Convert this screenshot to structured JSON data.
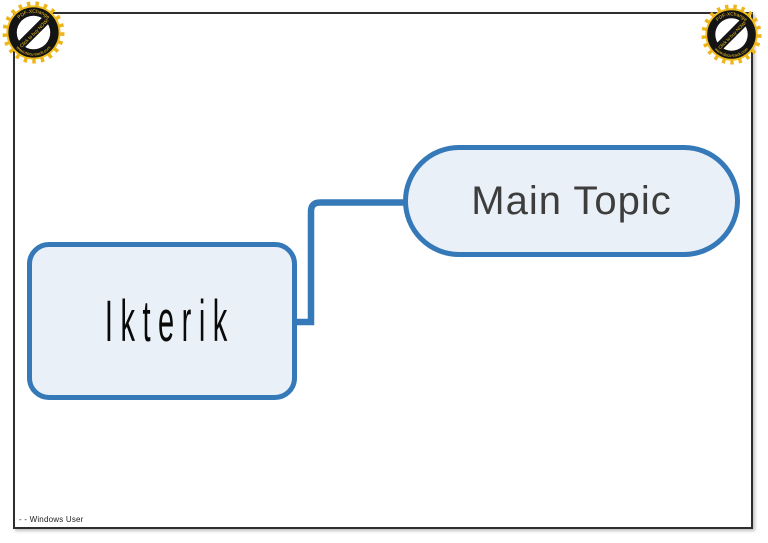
{
  "page": {
    "footer_text": "- - Windows User"
  },
  "diagram": {
    "nodes": [
      {
        "id": "main-topic",
        "label": "Main Topic"
      },
      {
        "id": "ikterik",
        "label": "Ikterik"
      }
    ],
    "connector": {
      "from": "ikterik",
      "to": "main-topic"
    },
    "colors": {
      "node_border": "#3579B8",
      "node_fill": "#EAF0F7",
      "connector": "#3579B8",
      "main_topic_text": "#3D3D3D",
      "ikterik_text": "#0A0A0A",
      "page_border": "#2E2E2E"
    }
  },
  "watermark": {
    "top_text": "PDF-XChange",
    "diagonal_text": "Click to buy NOW!",
    "bottom_text": "www.docu-track.com",
    "colors": {
      "gear": "#F2C11E",
      "disc": "#141414",
      "inner_circle": "#FFFFFF",
      "text": "#F2C11E"
    }
  }
}
